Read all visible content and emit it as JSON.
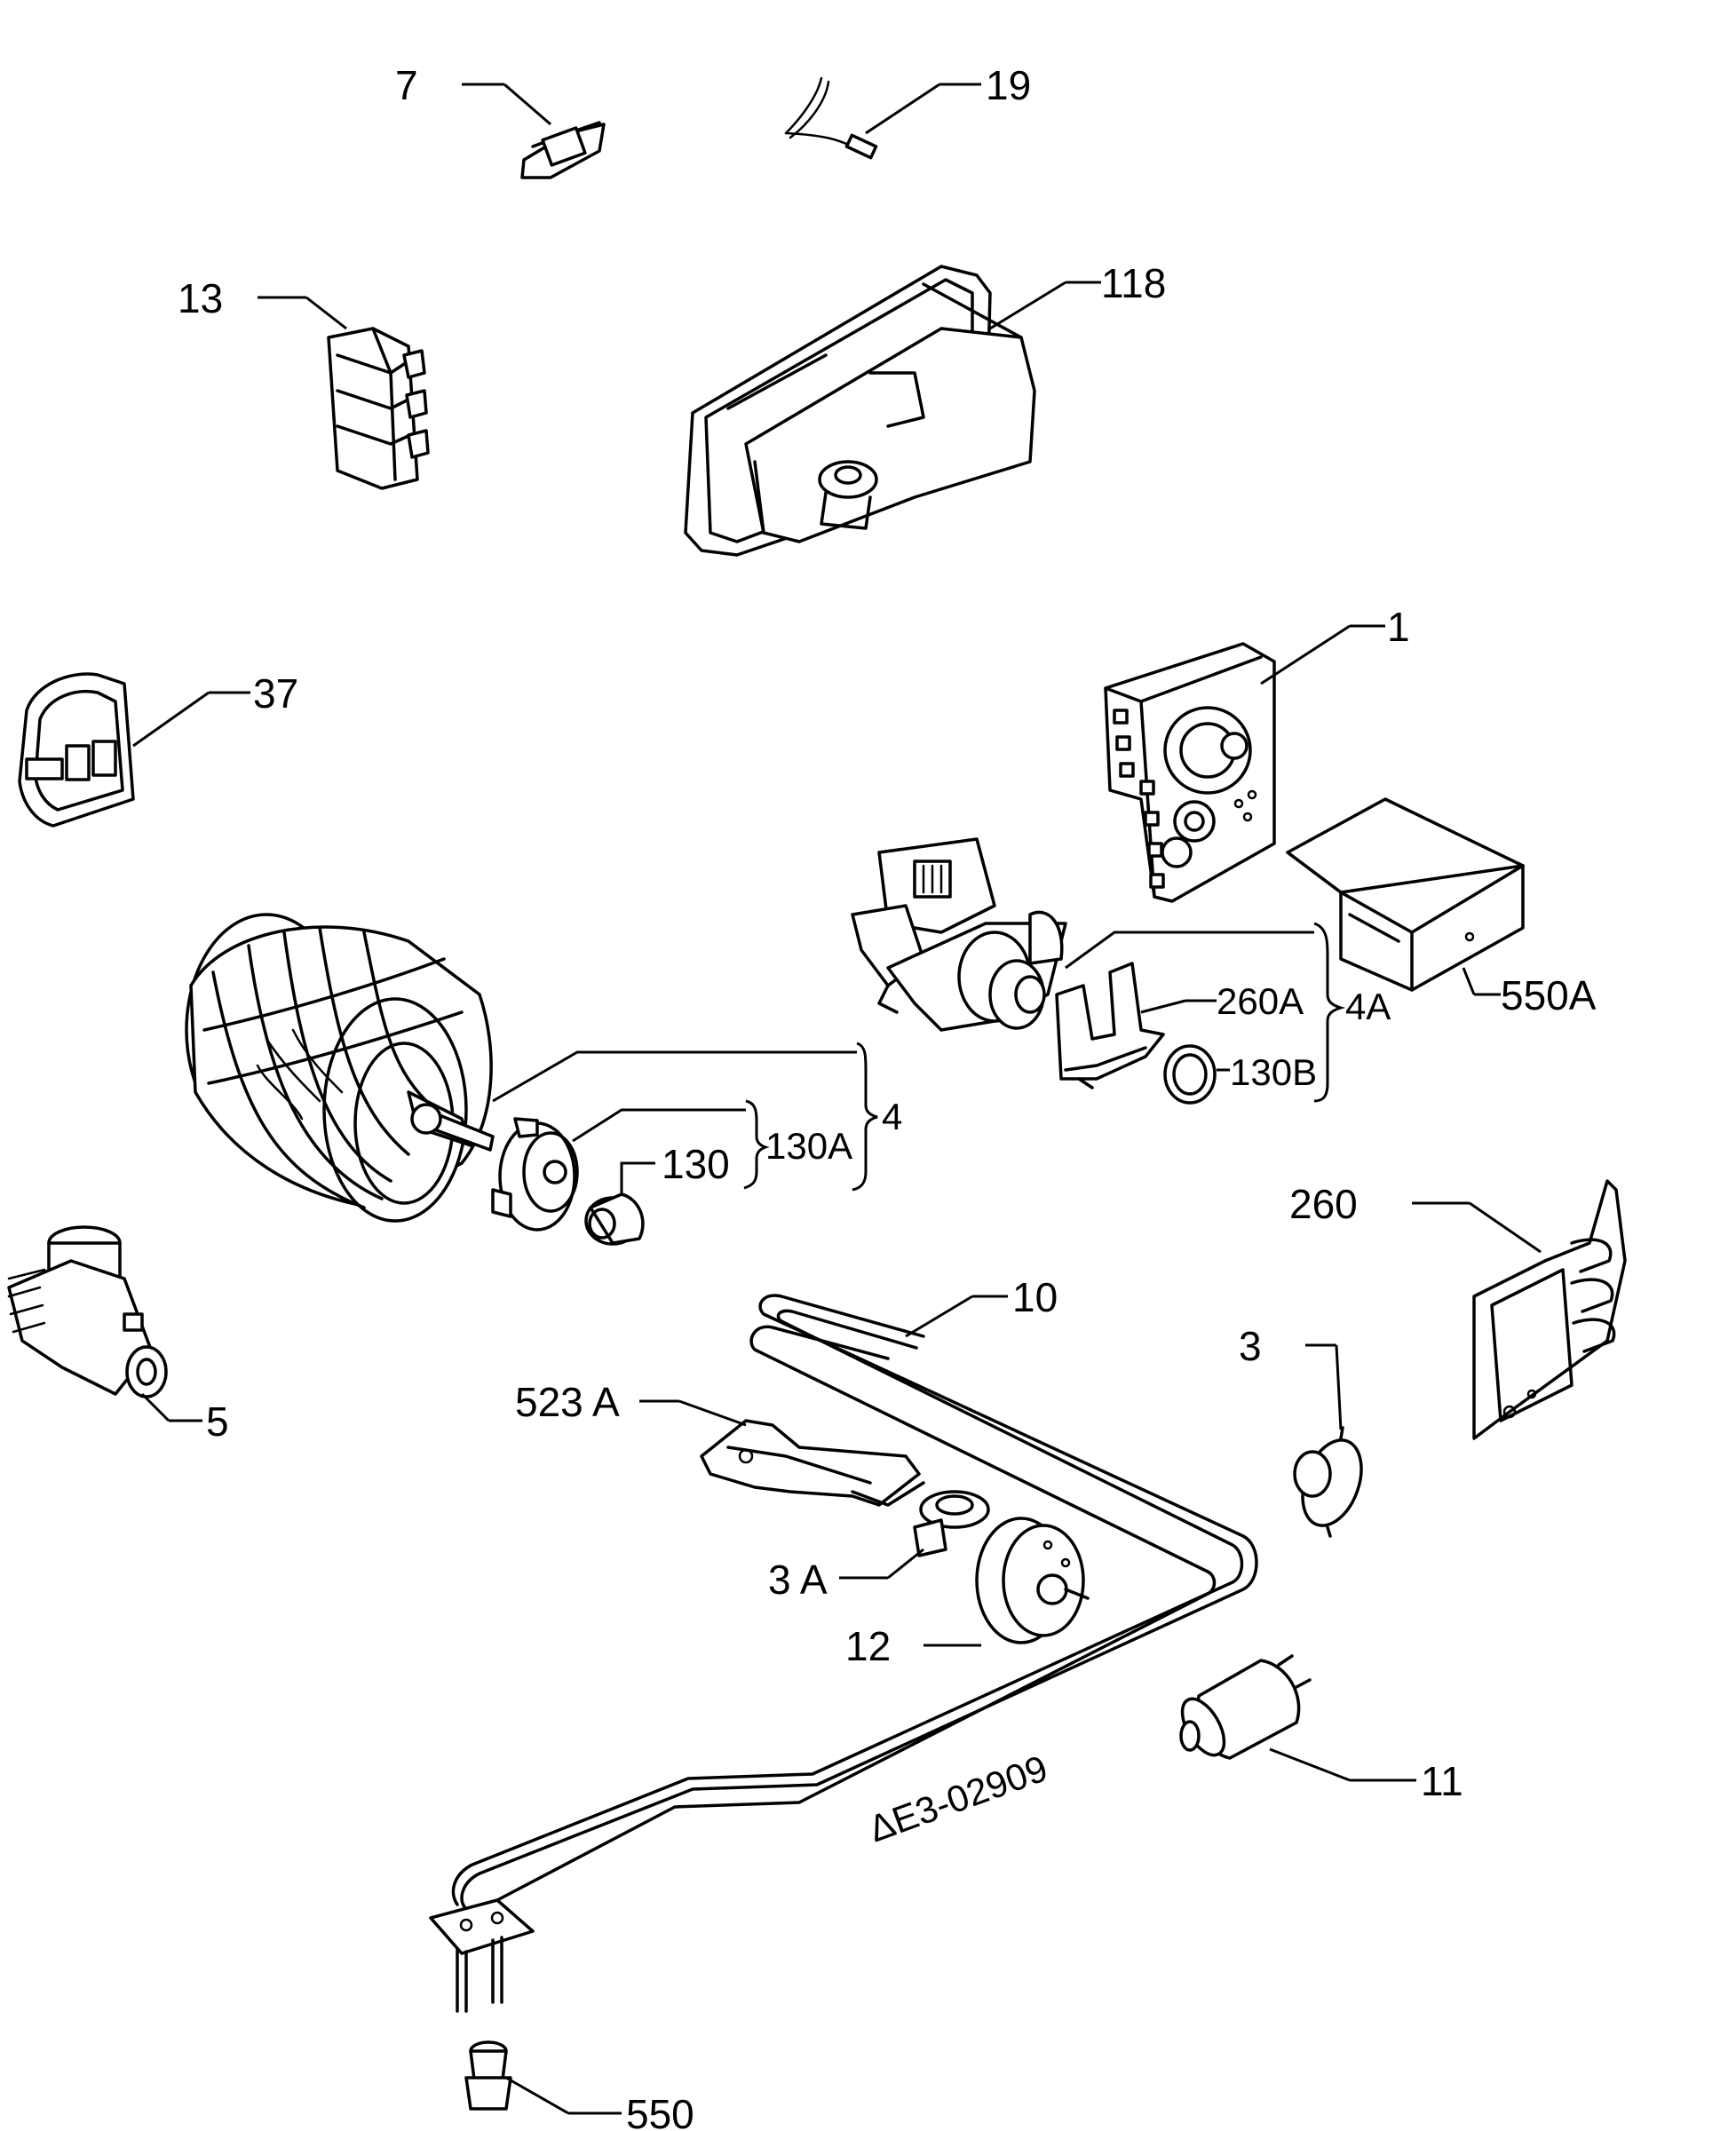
{
  "diagram": {
    "labels": {
      "p7": "7",
      "p19": "19",
      "p13": "13",
      "p118": "118",
      "p1": "1",
      "p37": "37",
      "p260A": "260A",
      "p4A": "4A",
      "p550A": "550A",
      "p130B": "130B",
      "p4": "4",
      "p130A": "130A",
      "p130": "130",
      "p260": "260",
      "p10": "10",
      "p3": "3",
      "p5": "5",
      "p523A": "523 A",
      "p3A": "3 A",
      "p12": "12",
      "p11": "11",
      "p550": "550"
    },
    "drawing_code": "ΔE3-02909"
  }
}
